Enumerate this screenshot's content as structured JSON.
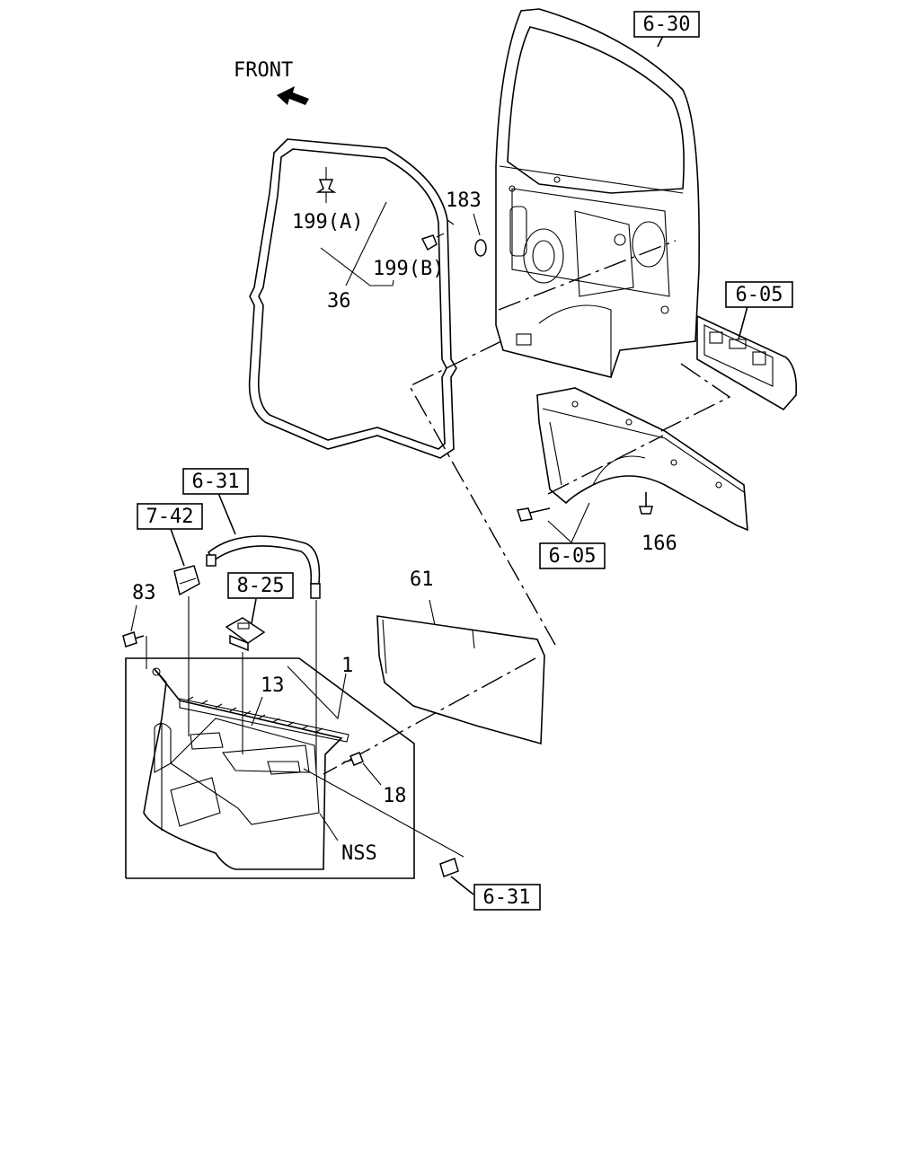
{
  "direction_label": "FRONT",
  "references": {
    "door_panel": "6-30",
    "cab_side_upper": "6-05",
    "cab_side_lower": "6-05",
    "grip_handle": "6-31",
    "cap_ref": "6-31",
    "inside_handle": "7-42",
    "window_switch": "8-25"
  },
  "callouts": {
    "clip_a": "199(A)",
    "clip_b": "199(B)",
    "weatherstrip": "36",
    "plug": "183",
    "bolt_166": "166",
    "screw_83": "83",
    "sheet_61": "61",
    "trim_1": "1",
    "strip_13": "13",
    "screw_18": "18",
    "nss": "NSS"
  }
}
